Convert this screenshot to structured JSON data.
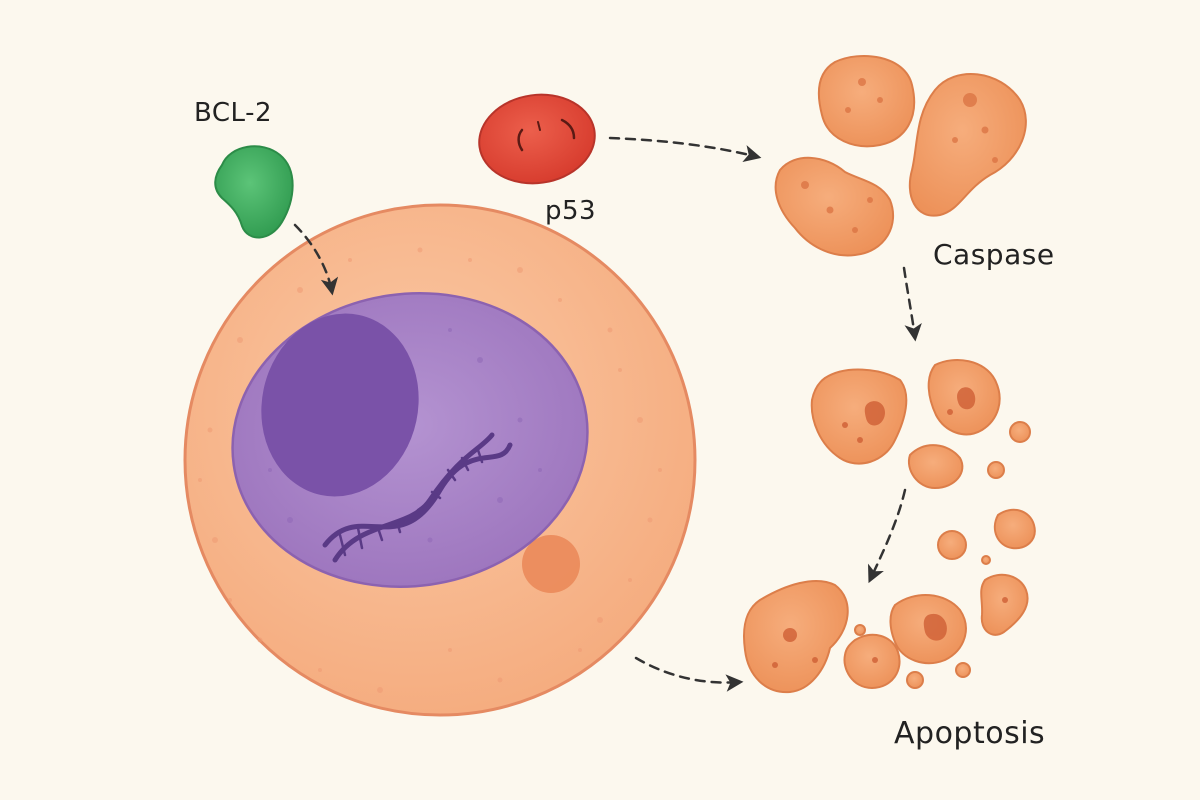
{
  "labels": {
    "bcl2": "BCL-2",
    "p53": "p53",
    "caspase": "Caspase",
    "apoptosis": "Apoptosis"
  },
  "colors": {
    "background": "#fcf8ee",
    "cell_fill": "#f8bb92",
    "cell_outline": "#e58a62",
    "nucleus_fill": "#a47fc4",
    "nucleolus_fill": "#7a52a8",
    "bcl2_fill": "#3fae5e",
    "p53_fill": "#e2493a",
    "caspase_fill": "#f29a62",
    "arrow": "#333333"
  },
  "icons": [
    "dna-icon",
    "dashed-arrow-icon"
  ]
}
